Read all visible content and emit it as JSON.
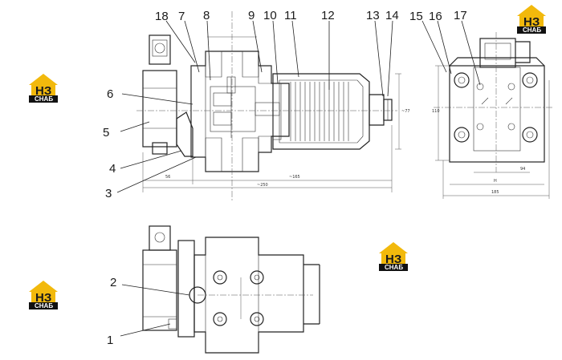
{
  "logo": {
    "letters": "НЗ",
    "word": "СНАБ",
    "colors": {
      "roof": "#f2b90c",
      "body": "#111111",
      "text": "#ffffff"
    }
  },
  "callouts": [
    {
      "id": "1",
      "text": "1"
    },
    {
      "id": "2",
      "text": "2"
    },
    {
      "id": "3",
      "text": "3"
    },
    {
      "id": "4",
      "text": "4"
    },
    {
      "id": "5",
      "text": "5"
    },
    {
      "id": "6",
      "text": "6"
    },
    {
      "id": "7",
      "text": "7"
    },
    {
      "id": "8",
      "text": "8"
    },
    {
      "id": "9",
      "text": "9"
    },
    {
      "id": "10",
      "text": "10"
    },
    {
      "id": "11",
      "text": "11"
    },
    {
      "id": "12",
      "text": "12"
    },
    {
      "id": "13",
      "text": "13"
    },
    {
      "id": "14",
      "text": "14"
    },
    {
      "id": "15",
      "text": "15"
    },
    {
      "id": "16",
      "text": "16"
    },
    {
      "id": "17",
      "text": "17"
    },
    {
      "id": "18",
      "text": "18"
    }
  ],
  "dimensions": {
    "left_len": "56",
    "mid_len": "~165",
    "total_len": "~250",
    "end_width_a": "94",
    "end_width_b": "H",
    "end_width_c": "185",
    "height_right": "~77",
    "side_height": "110"
  }
}
